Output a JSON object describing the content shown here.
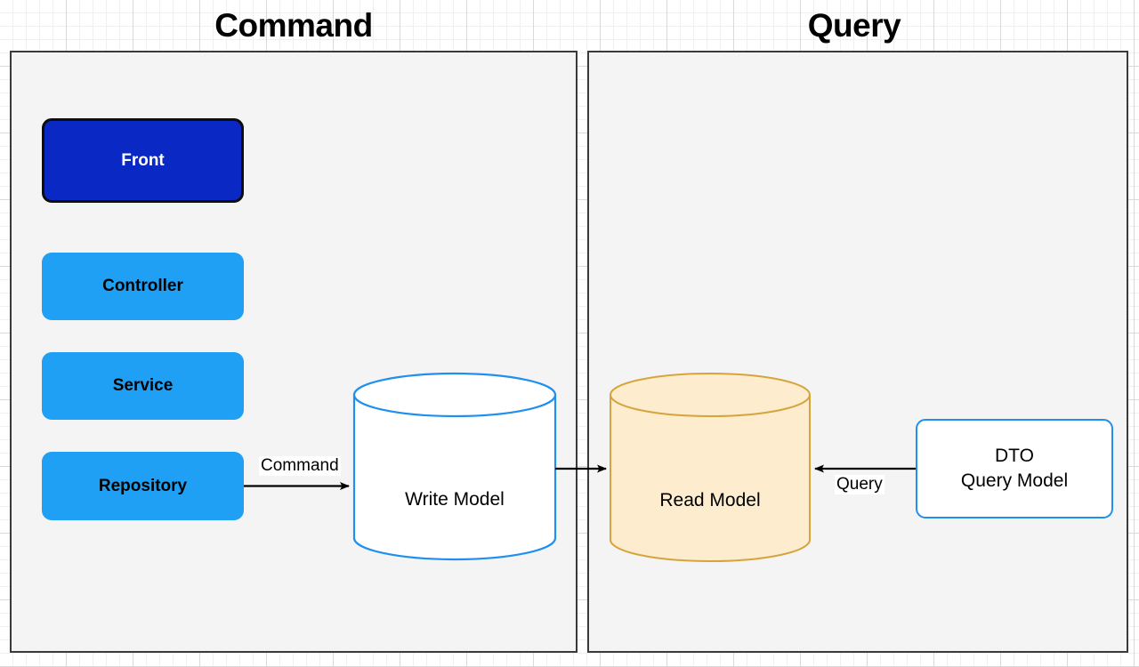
{
  "diagram": {
    "title_left": "Command",
    "title_right": "Query",
    "colors": {
      "front_fill": "#0a28c4",
      "front_border": "#0d0d0d",
      "layer_fill": "#1fa0f5",
      "panel_fill": "#f4f4f4",
      "panel_border": "#3a3a3a",
      "write_model_stroke": "#1f8ff0",
      "write_model_fill": "#ffffff",
      "read_model_stroke": "#d6a43d",
      "read_model_fill": "#fdeccd",
      "dto_stroke": "#1f8ff0",
      "arrow_color": "#000000",
      "grid_minor": "#f0f0f0",
      "grid_major": "#d9d9d9"
    }
  },
  "command_panel": {
    "boxes": [
      {
        "id": "front",
        "label": "Front"
      },
      {
        "id": "controller",
        "label": "Controller"
      },
      {
        "id": "service",
        "label": "Service"
      },
      {
        "id": "repository",
        "label": "Repository"
      }
    ],
    "datastore": {
      "label": "Write Model"
    }
  },
  "query_panel": {
    "datastore": {
      "label": "Read Model"
    },
    "dto": {
      "line1": "DTO",
      "line2": "Query Model"
    }
  },
  "edges": [
    {
      "id": "repository-to-write",
      "label": "Command",
      "from": "repository",
      "to": "write-model",
      "direction": "right"
    },
    {
      "id": "write-to-read",
      "label": "",
      "from": "write-model",
      "to": "read-model",
      "direction": "right"
    },
    {
      "id": "dto-to-read",
      "label": "Query",
      "from": "dto",
      "to": "read-model",
      "direction": "left"
    }
  ]
}
